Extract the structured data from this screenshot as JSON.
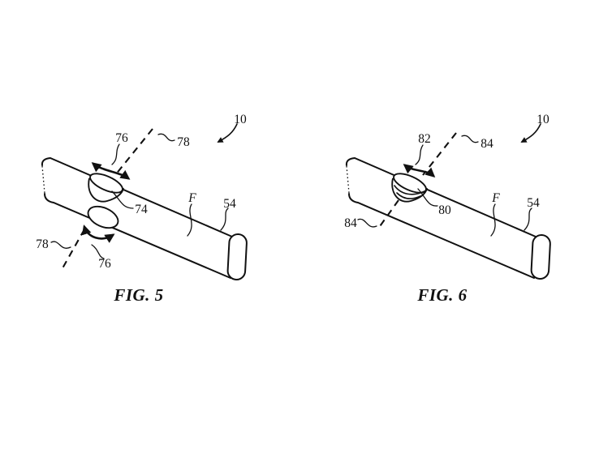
{
  "colors": {
    "ink": "#111111",
    "paper": "#ffffff"
  },
  "figures": [
    {
      "caption": "FIG. 5",
      "labels": {
        "assembly": "10",
        "rotation_top": "76",
        "axis_top": "78",
        "button": "74",
        "fabric": "F",
        "band": "54",
        "axis_bottom": "78",
        "rotation_bottom": "76"
      }
    },
    {
      "caption": "FIG. 6",
      "labels": {
        "assembly": "10",
        "rotation": "82",
        "axis_top": "84",
        "button": "80",
        "fabric": "F",
        "band": "54",
        "axis_bottom": "84"
      }
    }
  ]
}
